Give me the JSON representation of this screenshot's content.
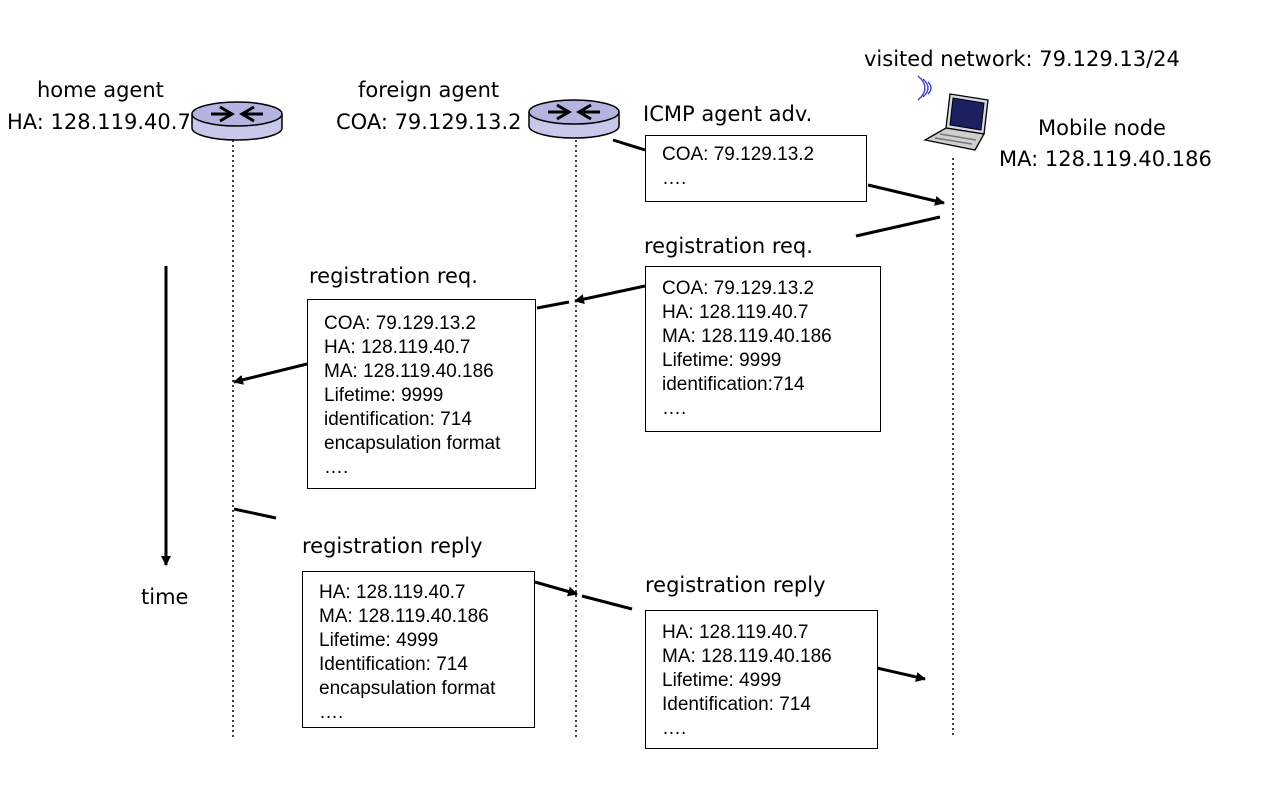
{
  "nodes": {
    "home_agent": {
      "title": "home agent",
      "address": "HA: 128.119.40.7"
    },
    "foreign_agent": {
      "title": "foreign agent",
      "address": "COA: 79.129.13.2"
    },
    "visited_network": "visited network: 79.129.13/24",
    "mobile_node": {
      "title": "Mobile node",
      "address": "MA: 128.119.40.186"
    }
  },
  "time_label": "time",
  "messages": {
    "agent_adv": {
      "label": "ICMP agent adv.",
      "lines": [
        "COA: 79.129.13.2",
        "…."
      ]
    },
    "reg_req_mobile": {
      "label": "registration req.",
      "lines": [
        "COA: 79.129.13.2",
        "HA: 128.119.40.7",
        "MA: 128.119.40.186",
        "Lifetime: 9999",
        "identification:714",
        "…."
      ]
    },
    "reg_req_foreign": {
      "label": "registration req.",
      "lines": [
        "COA: 79.129.13.2",
        "HA: 128.119.40.7",
        "MA: 128.119.40.186",
        "Lifetime: 9999",
        "identification: 714",
        "encapsulation format",
        "…."
      ]
    },
    "reg_reply_home": {
      "label": "registration reply",
      "lines": [
        "HA: 128.119.40.7",
        "MA: 128.119.40.186",
        "Lifetime: 4999",
        "Identification: 714",
        "encapsulation format",
        "…."
      ]
    },
    "reg_reply_foreign": {
      "label": "registration reply",
      "lines": [
        "HA: 128.119.40.7",
        "MA: 128.119.40.186",
        "Lifetime: 4999",
        "Identification: 714",
        "…."
      ]
    }
  }
}
